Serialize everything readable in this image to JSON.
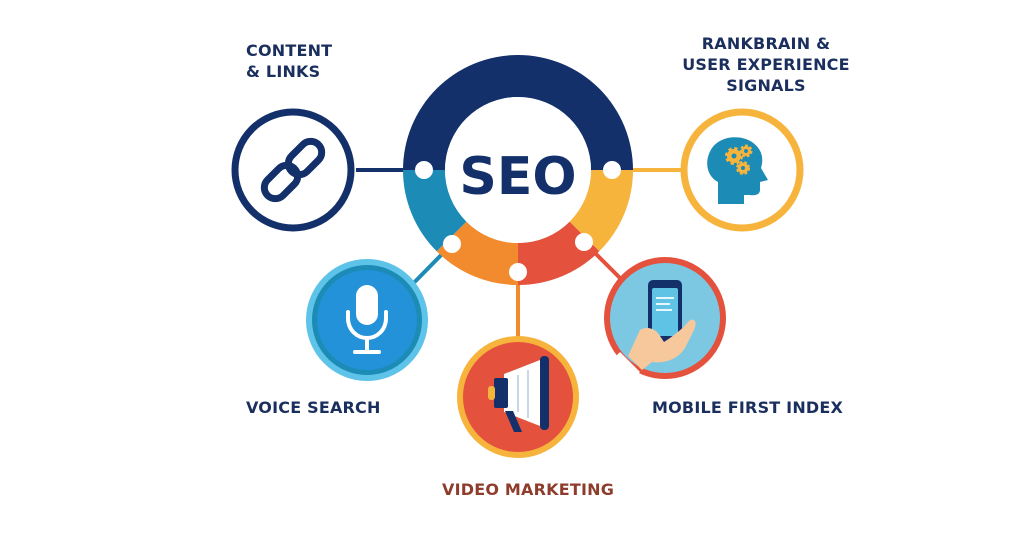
{
  "center": {
    "title": "SEO"
  },
  "nodes": {
    "content_links": {
      "line1": "CONTENT",
      "line2": "& LINKS",
      "icon": "link-icon"
    },
    "rankbrain": {
      "line1": "RANKBRAIN &",
      "line2": "USER EXPERIENCE SIGNALS",
      "icon": "brain-gears-icon"
    },
    "voice_search": {
      "label": "VOICE SEARCH",
      "icon": "microphone-icon"
    },
    "video_marketing": {
      "label": "VIDEO MARKETING",
      "icon": "megaphone-icon"
    },
    "mobile_first": {
      "label": "MOBILE FIRST INDEX",
      "icon": "smartphone-hand-icon"
    }
  },
  "colors": {
    "navy": "#14306a",
    "teal": "#1c8bb5",
    "orange": "#f28a2e",
    "red": "#e4513d",
    "yellow": "#f6b43c",
    "text_navy": "#1b2f5e",
    "text_brown": "#8e3d2c"
  }
}
